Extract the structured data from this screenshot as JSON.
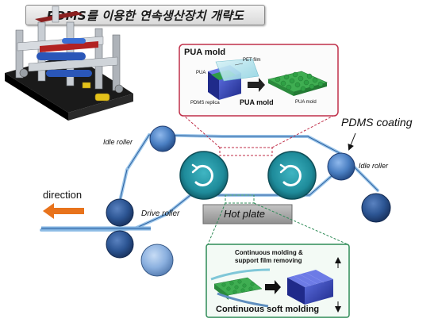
{
  "title": "PDMS를 이용한 연속생산장치 개략도",
  "labels": {
    "pua_mold_title": "PUA mold",
    "pet_film": "PET film",
    "pua": "PUA",
    "pdms_replica": "PDMS replica",
    "pua_mold_bold": "PUA mold",
    "pua_mold_small": "PUA mold",
    "pdms_coating": "PDMS coating",
    "idle_roller_left": "Idle roller",
    "idle_roller_right": "Idle roller",
    "direction": "direction",
    "drive_roller": "Drive roller",
    "hot_plate": "Hot plate",
    "continuous_molding_line1": "Continuous molding &",
    "continuous_molding_line2": "support film removing",
    "continuous_soft_molding": "Continuous soft molding"
  },
  "colors": {
    "direction_arrow": "#e8731c",
    "callout_border": "#c0304a",
    "bottom_panel_border": "#2e8b57",
    "big_roller": "#1f8f9e",
    "small_roller": "#4a7fbf",
    "hot_plate": "#a6a6a6"
  },
  "icons": {
    "machine": "machine-3d-illustration",
    "rotation": "rotation-arrow-icon"
  }
}
